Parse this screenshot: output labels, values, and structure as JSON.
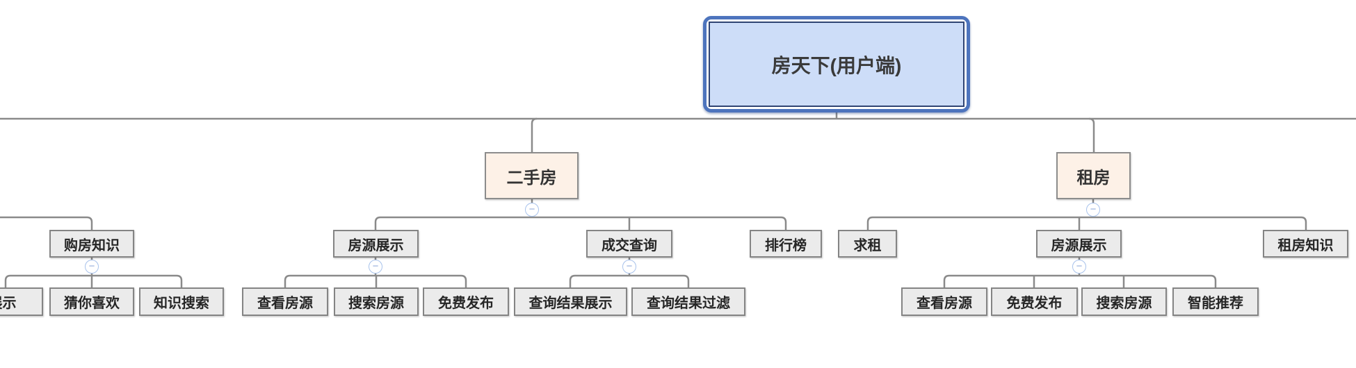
{
  "diagram": {
    "kind": "mindmap",
    "background": "#ffffff"
  },
  "colors": {
    "root_fill": "#cdddf8",
    "root_outer_border": "#4d74bd",
    "root_inner_border": "#2f4473",
    "branch_fill": "#fdf1e7",
    "topic_fill": "#ebebeb",
    "topic_border": "#848484",
    "connector": "#8a8a8a",
    "collapse_ring": "#a9c3ec"
  },
  "icons": {
    "collapse_minus": "−"
  },
  "tree": {
    "root": {
      "label": "房天下(用户端)"
    },
    "children": [
      {
        "label": "二手房",
        "children": [
          {
            "label": "房源展示",
            "children": [
              {
                "label": "查看房源"
              },
              {
                "label": "搜索房源"
              },
              {
                "label": "免费发布"
              }
            ]
          },
          {
            "label": "成交查询",
            "children": [
              {
                "label": "查询结果展示"
              },
              {
                "label": "查询结果过滤"
              }
            ]
          },
          {
            "label": "排行榜",
            "children": []
          }
        ]
      },
      {
        "label": "租房",
        "children": [
          {
            "label": "求租",
            "children": []
          },
          {
            "label": "房源展示",
            "children": [
              {
                "label": "查看房源"
              },
              {
                "label": "免费发布"
              },
              {
                "label": "搜索房源"
              },
              {
                "label": "智能推荐"
              }
            ]
          },
          {
            "label": "租房知识",
            "children": []
          }
        ]
      }
    ],
    "offscreen_left_branch": {
      "level2": {
        "label": "购房知识",
        "children": [
          {
            "label": "展示",
            "cut_off_left": true
          },
          {
            "label": "猜你喜欢"
          },
          {
            "label": "知识搜索"
          }
        ]
      }
    }
  }
}
